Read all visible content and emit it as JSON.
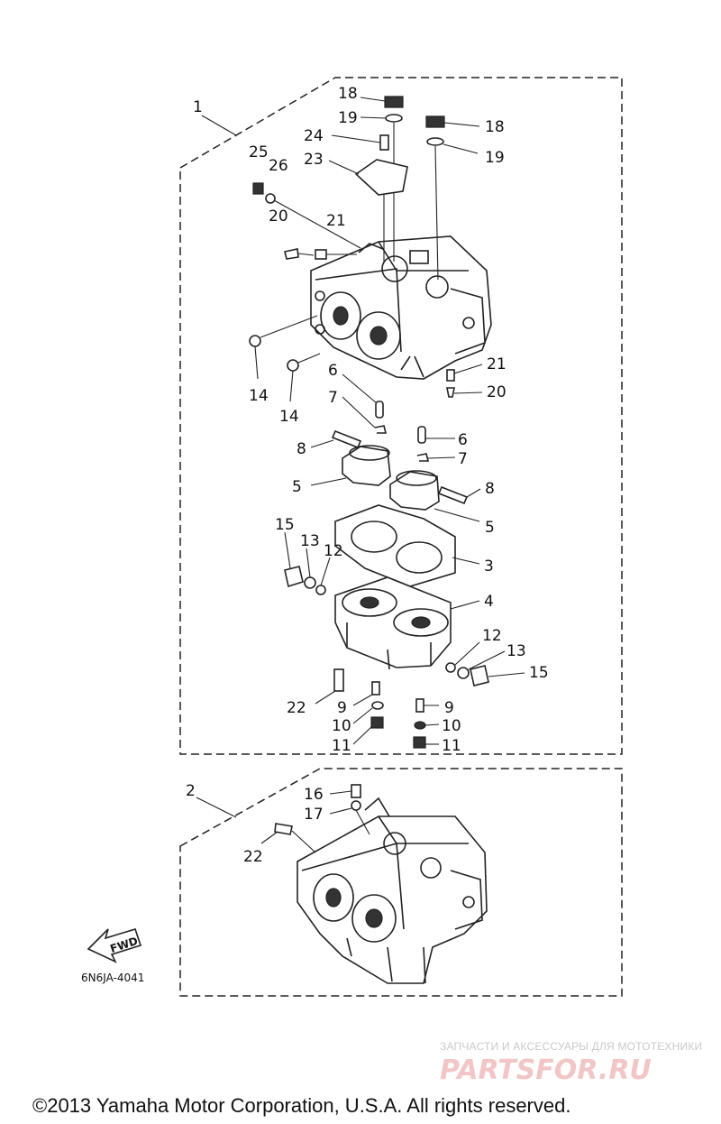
{
  "diagram": {
    "group_labels": [
      "1",
      "2"
    ],
    "callouts": {
      "c18a": "18",
      "c19a": "19",
      "c18b": "18",
      "c19b": "19",
      "c24": "24",
      "c23": "23",
      "c25": "25",
      "c26": "26",
      "c20a": "20",
      "c21a": "21",
      "c14a": "14",
      "c14b": "14",
      "c21b": "21",
      "c20b": "20",
      "c6a": "6",
      "c7a": "7",
      "c8a": "8",
      "c5a": "5",
      "c6b": "6",
      "c7b": "7",
      "c8b": "8",
      "c5b": "5",
      "c3": "3",
      "c15a": "15",
      "c13a": "13",
      "c12a": "12",
      "c4": "4",
      "c12b": "12",
      "c13b": "13",
      "c15b": "15",
      "c22a": "22",
      "c9a": "9",
      "c9b": "9",
      "c10a": "10",
      "c10b": "10",
      "c11a": "11",
      "c11b": "11",
      "c16": "16",
      "c17": "17",
      "c22b": "22"
    },
    "fwd_label": "FWD",
    "diagram_code": "6N6JA-4041"
  },
  "watermark": {
    "tagline": "ЗАПЧАСТИ И АКСЕССУАРЫ ДЛЯ МОТОТЕХНИКИ",
    "brand": "PARTSFOR.RU"
  },
  "footer": {
    "copyright": "©2013 Yamaha Motor Corporation, U.S.A. All rights reserved."
  }
}
